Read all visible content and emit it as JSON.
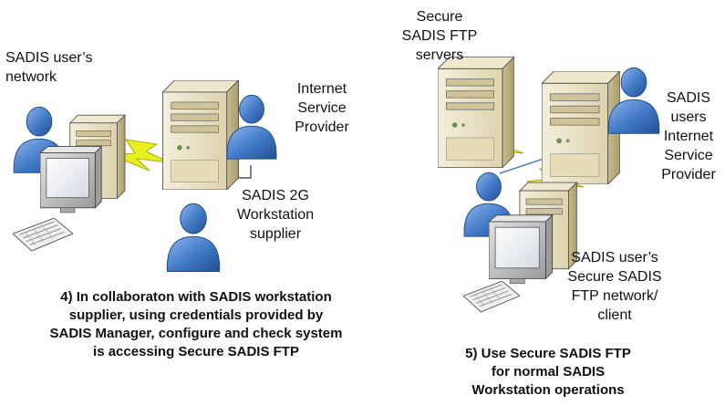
{
  "left": {
    "user_network_label": [
      "SADIS user’s",
      "network"
    ],
    "isp_label": [
      "Internet",
      "Service",
      "Provider"
    ],
    "supplier_label": [
      "SADIS 2G",
      "Workstation",
      "supplier"
    ],
    "caption": [
      "4) In collaboraton with SADIS workstation",
      "supplier, using credentials provided by",
      "SADIS Manager, configure and check system",
      "is accessing Secure SADIS FTP"
    ]
  },
  "right": {
    "ftp_servers_label": [
      "Secure",
      "SADIS FTP",
      "servers"
    ],
    "isp_label": [
      "SADIS",
      "users",
      "Internet",
      "Service",
      "Provider"
    ],
    "client_label": [
      "SADIS user’s",
      "Secure SADIS",
      "FTP network/",
      "client"
    ],
    "caption": [
      "5) Use Secure SADIS FTP",
      "for normal SADIS",
      "Workstation operations"
    ]
  },
  "colors": {
    "person": "#3f78c6",
    "server": "#e9e2c5",
    "lightning": "#e8f020",
    "monitor": "#c8c8c8"
  },
  "icons": [
    "person-icon",
    "server-icon",
    "workstation-icon",
    "lightning-icon",
    "keyboard-icon"
  ]
}
